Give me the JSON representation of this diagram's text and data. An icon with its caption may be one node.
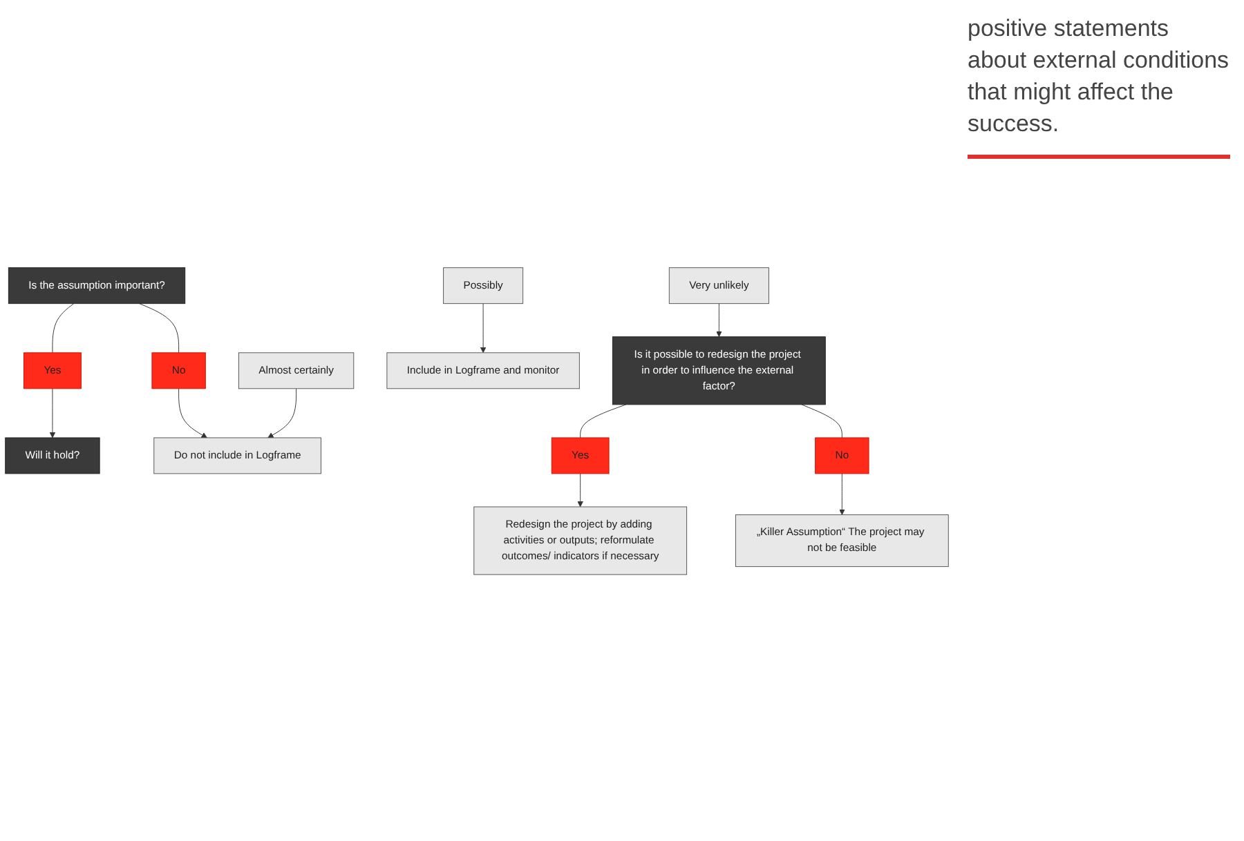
{
  "diagram": {
    "nodes": [
      {
        "text": [
          "Is the assumption important?"
        ]
      },
      {
        "text": [
          "Yes"
        ]
      },
      {
        "text": [
          "No"
        ]
      },
      {
        "text": [
          "Will it hold?"
        ]
      },
      {
        "text": [
          "Almost certainly"
        ]
      },
      {
        "text": [
          "Possibly"
        ]
      },
      {
        "text": [
          "Very unlikely"
        ]
      },
      {
        "text": [
          "Do not include in Logframe"
        ]
      },
      {
        "text": [
          "Include in Logframe and monitor"
        ]
      },
      {
        "text": [
          "Is it possible to redesign the project in order to influence the external factor?"
        ]
      },
      {
        "text": [
          "Yes"
        ]
      },
      {
        "text": [
          "No"
        ]
      },
      {
        "text": [
          "Redesign the project by adding activities or outputs; reformulate outcomes/ indicators if necessary"
        ]
      },
      {
        "text": [
          "„Killer Assumption“ The project may not be feasible"
        ]
      }
    ],
    "edges": [
      {
        "from": 0,
        "to": 1,
        "arrow": "none"
      },
      {
        "from": 1,
        "to": 3,
        "arrow": "to"
      },
      {
        "from": 0,
        "to": 2,
        "arrow": "none"
      },
      {
        "from": 2,
        "to": 7,
        "arrow": "to"
      },
      {
        "from": 4,
        "to": 7,
        "arrow": "to"
      },
      {
        "from": 5,
        "to": 8,
        "arrow": "to"
      },
      {
        "from": 6,
        "to": 9,
        "arrow": "to"
      },
      {
        "from": 9,
        "to": 10,
        "arrow": "none"
      },
      {
        "from": 10,
        "to": 12,
        "arrow": "to"
      },
      {
        "from": 9,
        "to": 11,
        "arrow": "none"
      },
      {
        "from": 11,
        "to": 13,
        "arrow": "to"
      }
    ],
    "labels": [
      "positive statements about external conditions that might affect the success."
    ]
  }
}
